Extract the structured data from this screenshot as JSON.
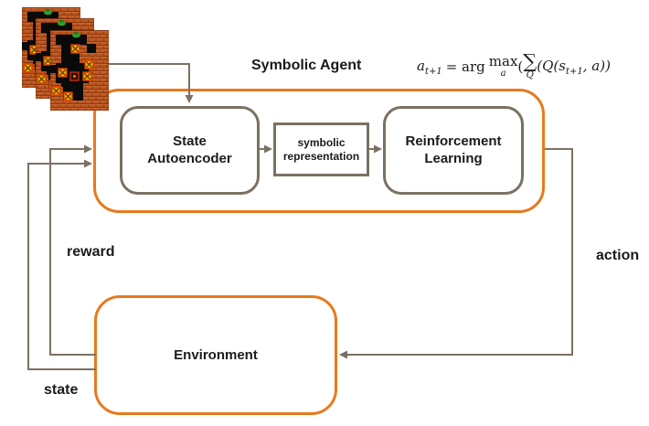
{
  "colors": {
    "accent_orange": "#e8791e",
    "line_olive": "#7b7162",
    "text_dark": "#1b1b1b"
  },
  "agent": {
    "title": "Symbolic Agent",
    "nodes": {
      "autoencoder": "State Autoencoder",
      "representation": "symbolic representation",
      "rl": "Reinforcement Learning"
    }
  },
  "environment": {
    "label": "Environment"
  },
  "edge_labels": {
    "reward": "reward",
    "action": "action",
    "state": "state"
  },
  "formula": {
    "var": "a",
    "var_sub": "t+1",
    "eq": "= arg",
    "max": "max",
    "max_sub": "a",
    "lparen": "(",
    "sum": "∑",
    "sum_sub": "Q",
    "body": "(Q(s",
    "body_sub": "t+1",
    "body_end": ", a))"
  },
  "icons": {
    "game_frames": "stacked-gridworld-game-screenshots"
  }
}
